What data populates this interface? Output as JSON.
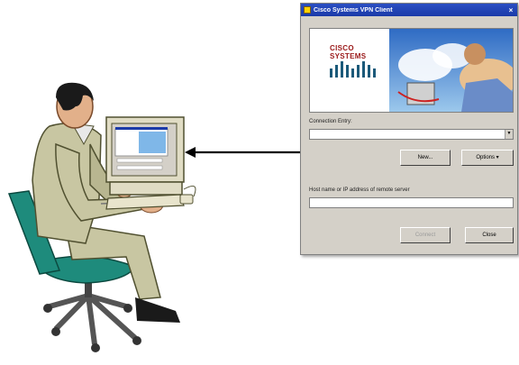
{
  "window": {
    "title": "Cisco Systems VPN Client",
    "close_glyph": "×"
  },
  "banner": {
    "logo_text": "CISCO SYSTEMS"
  },
  "connection_entry": {
    "label": "Connection Entry:",
    "value": ""
  },
  "host": {
    "label": "Host name or IP address of remote server",
    "value": ""
  },
  "buttons": {
    "new": "New...",
    "options": "Options ▾",
    "connect": "Connect",
    "close": "Close"
  },
  "icons": {
    "user": "user-at-computer-icon",
    "arrow": "arrow-left-icon"
  },
  "colors": {
    "titlebar": "#1a3aa8",
    "window_bg": "#d4d0c8",
    "suit": "#c8c6a2",
    "chair": "#1e8b7c"
  }
}
